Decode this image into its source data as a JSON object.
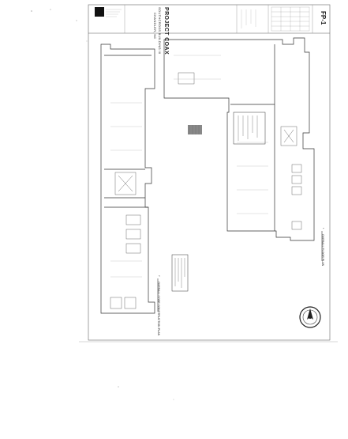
{
  "title_block": {
    "project_name": "PROJECT COAX",
    "building_name": "SOUTHCROSS BUILDING III",
    "location": "CHANDLER, NC",
    "sheet_number": "FP-1",
    "firm_logo": "mc"
  },
  "drawings": {
    "upper_plan_label": "OVERALL FLOOR PLAN",
    "lower_plan_label": "OVERALL CODE CONSTRUCTION PLAN",
    "upper_plan_number": "1",
    "lower_plan_number": "2"
  }
}
